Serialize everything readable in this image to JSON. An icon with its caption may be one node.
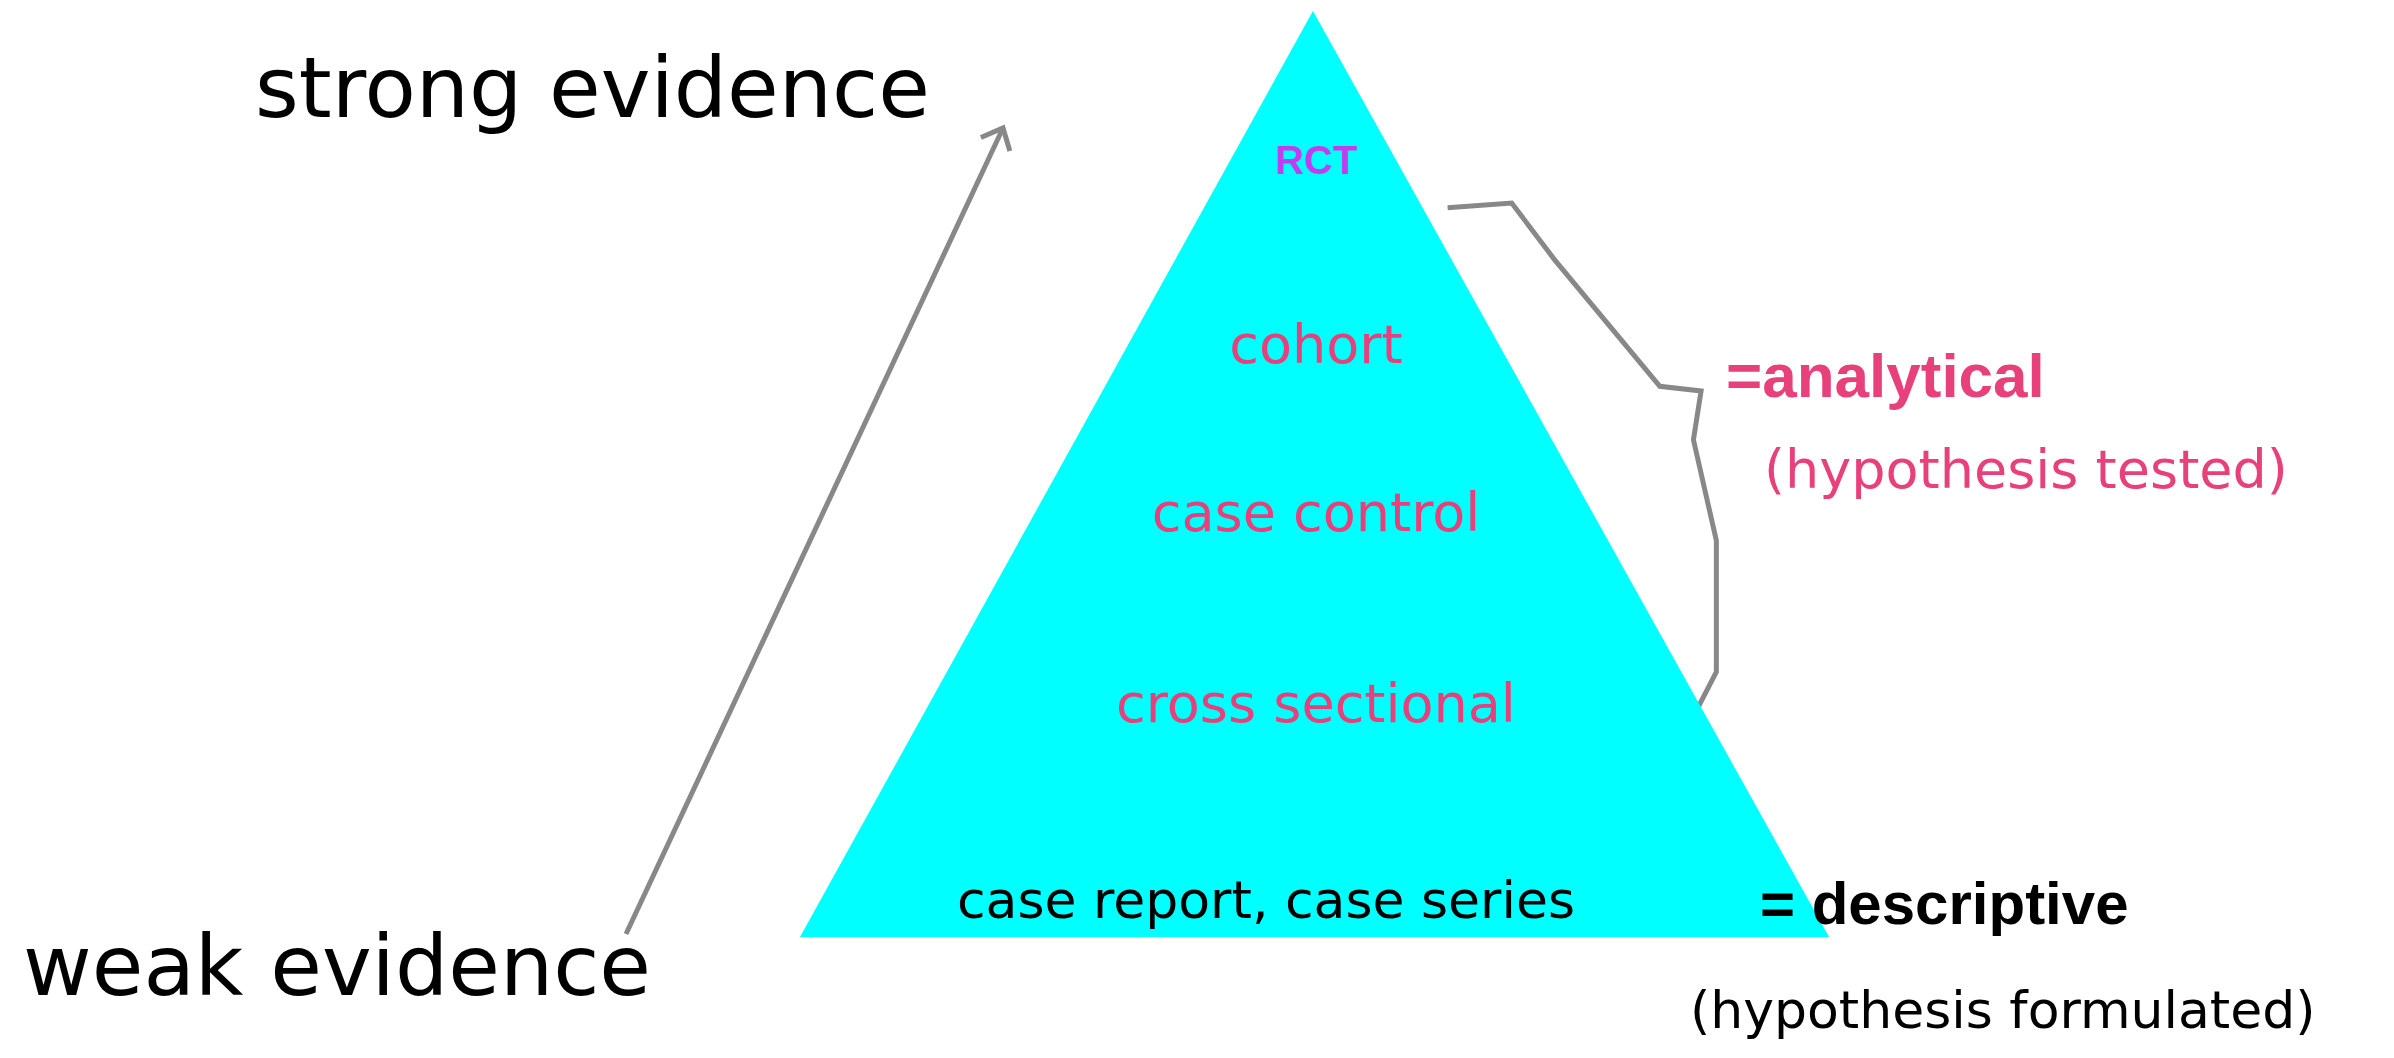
{
  "diagram": {
    "nodes": [
      {
        "text": [
          "RCT",
          "cohort",
          "case control",
          "cross sectional",
          "case report, case series"
        ]
      },
      {
        "text": [
          "strong evidence"
        ]
      },
      {
        "text": [
          "weak evidence"
        ]
      }
    ],
    "edges": [
      {
        "from": 2,
        "to": 1,
        "arrow": "to"
      }
    ],
    "labels": [
      "=analytical",
      "(hypothesis tested)",
      "= descriptive",
      "(hypothesis formulated)"
    ]
  }
}
